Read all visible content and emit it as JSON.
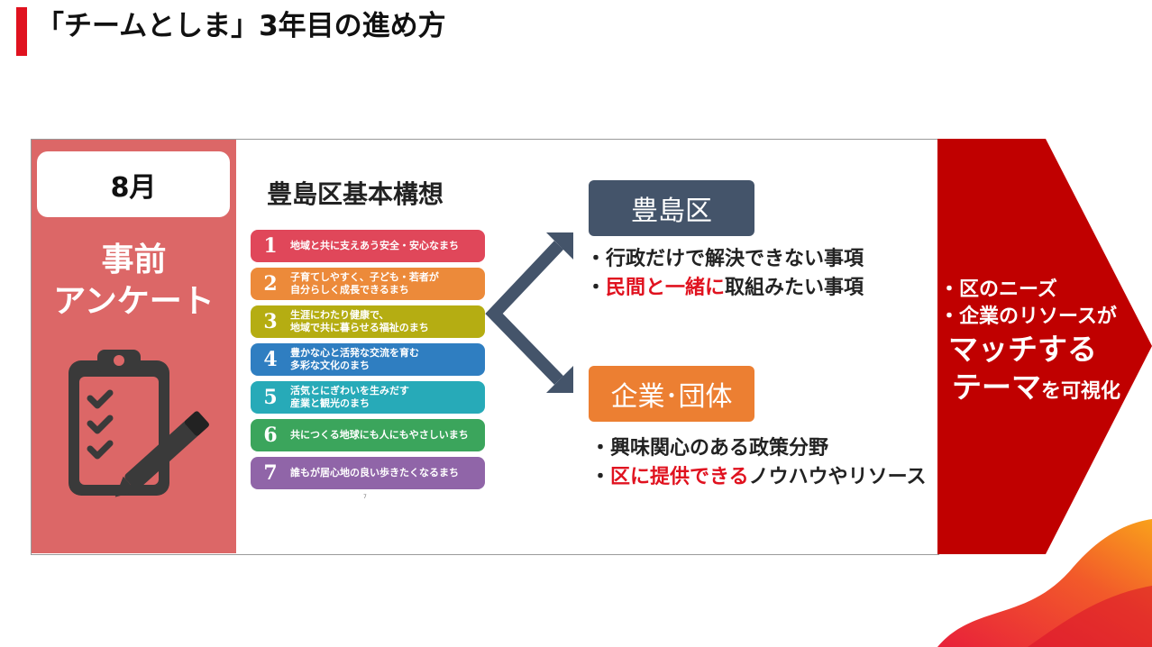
{
  "slide": {
    "title": "「チームとしま」3年目の進め方"
  },
  "left": {
    "month": "8月",
    "label_line1": "事前",
    "label_line2": "アンケート",
    "icon": "clipboard-checklist-pencil-icon"
  },
  "plan": {
    "title": "豊島区基本構想",
    "items": [
      {
        "num": "1",
        "line1": "地域と共に支えあう安全・安心なまち",
        "line2": "",
        "color": "#e0475a"
      },
      {
        "num": "2",
        "line1": "子育てしやすく、子ども・若者が",
        "line2": "自分らしく成長できるまち",
        "color": "#ec8a3a"
      },
      {
        "num": "3",
        "line1": "生涯にわたり健康で、",
        "line2": "地域で共に暮らせる福祉のまち",
        "color": "#b5ad12"
      },
      {
        "num": "4",
        "line1": "豊かな心と活発な交流を育む",
        "line2": "多彩な文化のまち",
        "color": "#2f7ec1"
      },
      {
        "num": "5",
        "line1": "活気とにぎわいを生みだす",
        "line2": "産業と観光のまち",
        "color": "#27aab8"
      },
      {
        "num": "6",
        "line1": "共につくる地球にも人にもやさしいまち",
        "line2": "",
        "color": "#3ba55c"
      },
      {
        "num": "7",
        "line1": "誰もが居心地の良い歩きたくなるまち",
        "line2": "",
        "color": "#9065a8"
      }
    ],
    "footnote": "7"
  },
  "ward": {
    "label": "豊島区",
    "note1": "・行政だけで解決できない事項",
    "note2_prefix": "・",
    "note2_red": "民間と一緒に",
    "note2_rest": "取組みたい事項"
  },
  "corp": {
    "label": "企業･団体",
    "note1": "・興味関心のある政策分野",
    "note2_prefix": "・",
    "note2_red": "区に提供できる",
    "note2_rest": "ノウハウやリソース"
  },
  "outcome": {
    "line1": "・区のニーズ",
    "line2": "・企業のリソースが",
    "line3": "マッチする",
    "line4_big": "テーマ",
    "line4_small": "を可視化"
  },
  "colors": {
    "accent_red": "#e0121f",
    "left_panel": "#dc6767",
    "ward_pill": "#44546a",
    "corp_pill": "#ec7f32",
    "chevron": "#c00000",
    "arrow": "#44546a"
  }
}
